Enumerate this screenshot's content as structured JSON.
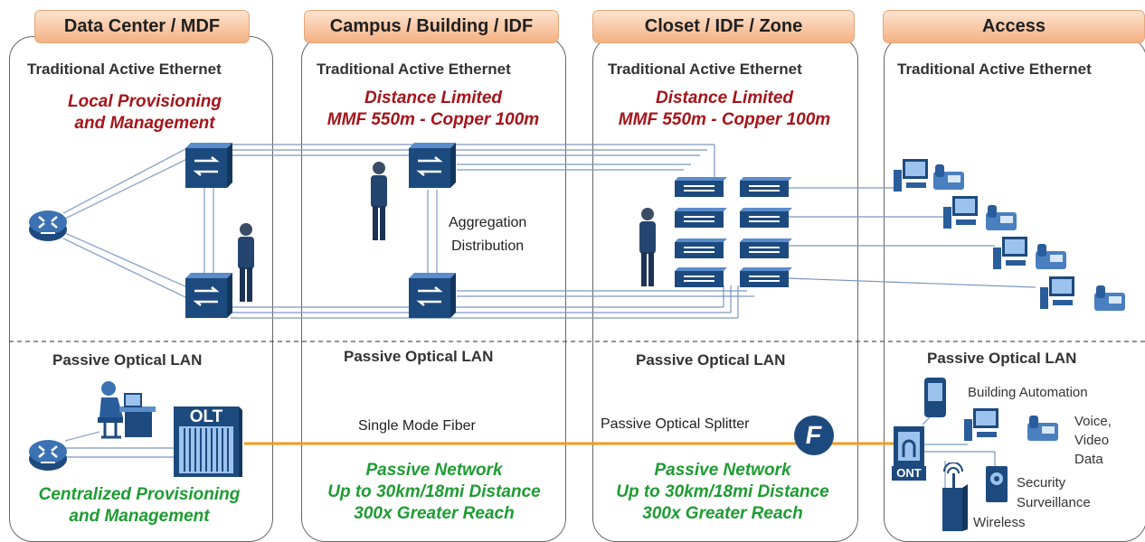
{
  "columns": [
    {
      "header": "Data Center / MDF"
    },
    {
      "header": "Campus / Building / IDF"
    },
    {
      "header": "Closet / IDF / Zone"
    },
    {
      "header": "Access"
    }
  ],
  "ethernet": {
    "section_label": "Traditional Active Ethernet",
    "datacenter_note": [
      "Local Provisioning",
      "and Management"
    ],
    "distance_note": [
      "Distance Limited",
      "MMF 550m  - Copper 100m"
    ],
    "aggregation_label": [
      "Aggregation",
      "Distribution"
    ]
  },
  "pol": {
    "section_label": "Passive Optical LAN",
    "datacenter_note": [
      "Centralized Provisioning",
      "and Management"
    ],
    "olt_label": "OLT",
    "fiber_label": "Single Mode Fiber",
    "splitter_label": "Passive Optical Splitter",
    "splitter_glyph": "F",
    "passive_note": [
      "Passive  Network",
      "Up to 30km/18mi Distance",
      "300x Greater Reach"
    ],
    "ont_label": "ONT",
    "access_labels": {
      "building_automation": "Building Automation",
      "voice": [
        "Voice,",
        "Video",
        "Data"
      ],
      "security": [
        "Security",
        "Surveillance"
      ],
      "wireless": "Wireless"
    }
  },
  "colors": {
    "header_fill": "#f4b183",
    "red_text": "#a5141a",
    "green_text": "#1e9c32",
    "fiber": "#f39a1e",
    "switch_blue": "#2a5d9c"
  }
}
